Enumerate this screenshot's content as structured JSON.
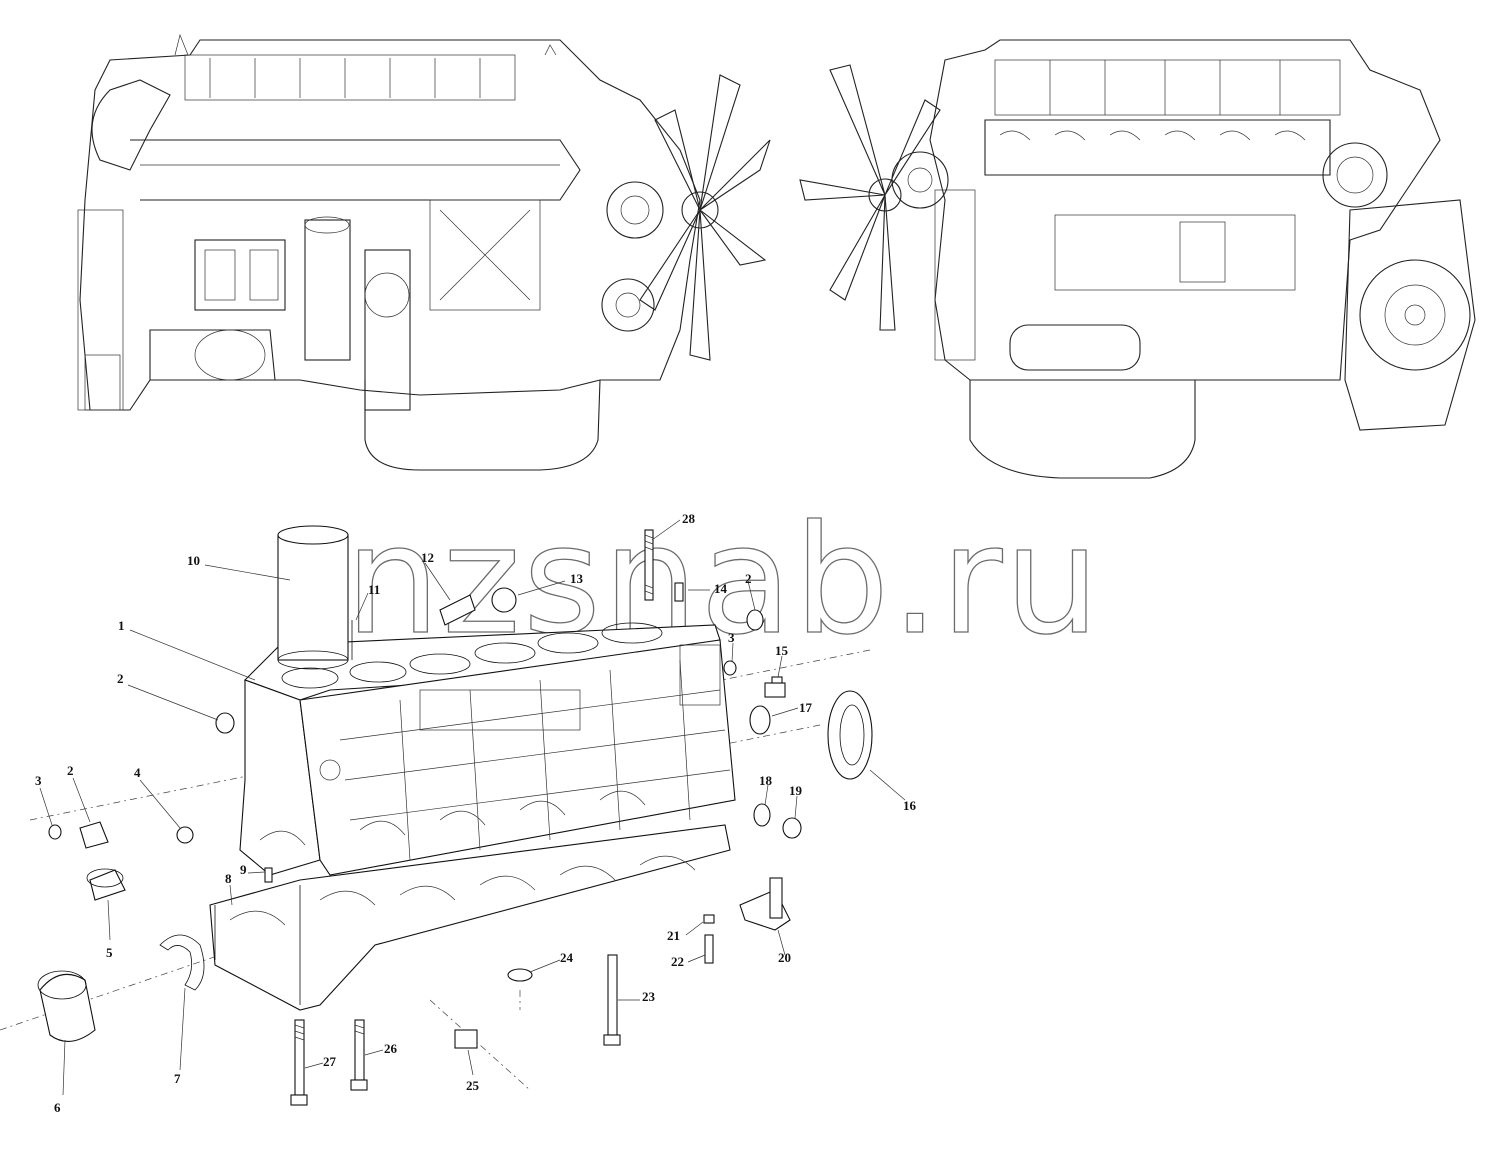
{
  "watermark": "nzsnab.ru",
  "callouts": [
    "1",
    "2",
    "2",
    "2",
    "3",
    "3",
    "4",
    "5",
    "6",
    "7",
    "8",
    "9",
    "10",
    "11",
    "12",
    "13",
    "14",
    "15",
    "16",
    "17",
    "18",
    "19",
    "20",
    "21",
    "22",
    "23",
    "24",
    "25",
    "26",
    "27",
    "28"
  ]
}
